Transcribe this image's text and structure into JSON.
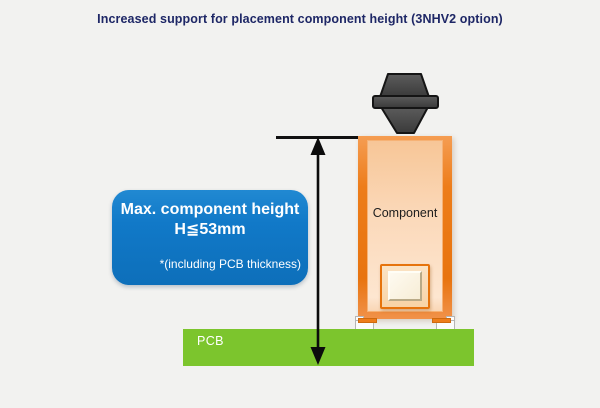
{
  "title": "Increased support for placement component height (3NHV2 option)",
  "callout": {
    "line1": "Max. component height",
    "line2": "H≦53mm",
    "note": "*(including PCB thickness)"
  },
  "diagram": {
    "component_label": "Component",
    "pcb_label": "PCB",
    "max_component_height_mm": 53,
    "option_name": "3NHV2"
  },
  "icons": {
    "nozzle": "placement-nozzle-icon",
    "height_arrow": "double-headed-vertical-arrow"
  },
  "colors": {
    "bg": "#f2f2f0",
    "title_navy": "#1e2766",
    "accent_blue": "#1179c8",
    "pcb_green": "#7cc52d",
    "component_orange": "#ed7d1a",
    "component_fill": "#fde6d0",
    "nozzle_gray": "#4c4c4c"
  }
}
